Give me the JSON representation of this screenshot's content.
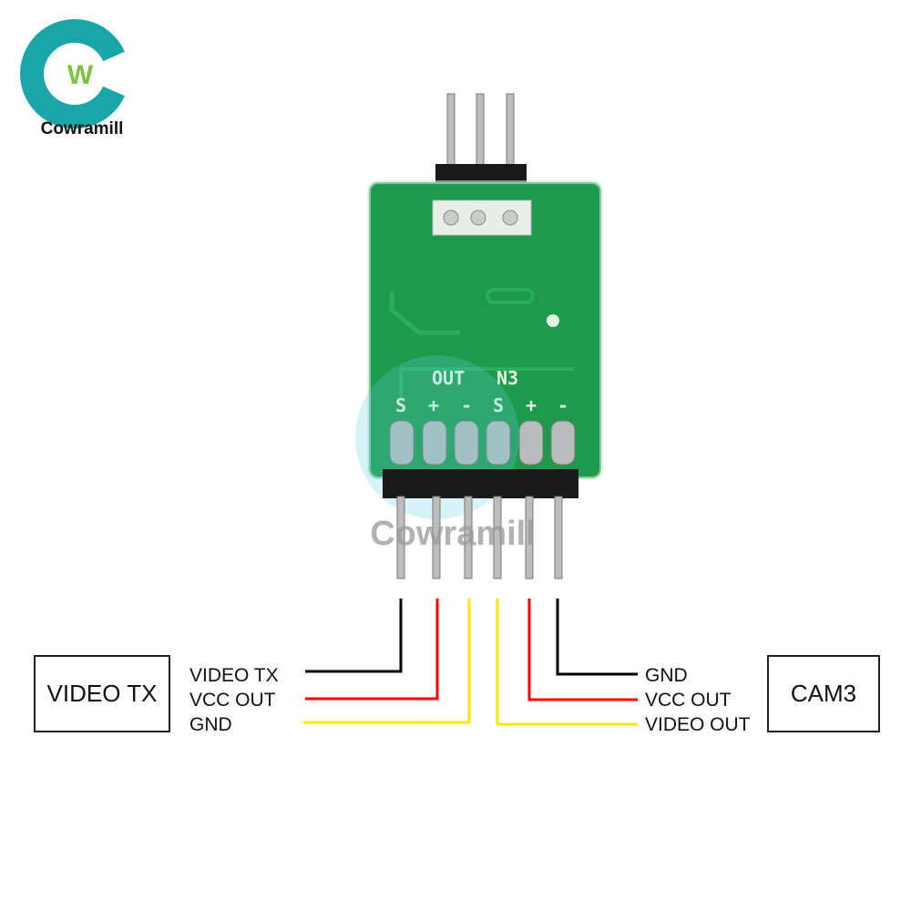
{
  "logo": {
    "brand": "Cowramill",
    "mark": "W"
  },
  "watermark": "Cowramill",
  "board": {
    "silkscreen_top": [
      "OUT",
      "N3"
    ],
    "pin_marks": [
      "S",
      "+",
      "-",
      "S",
      "+",
      "-"
    ]
  },
  "left_device": {
    "label": "VIDEO TX",
    "wires": [
      {
        "label": "VIDEO TX",
        "color": "#000000"
      },
      {
        "label": "VCC OUT",
        "color": "#ff0000"
      },
      {
        "label": "GND",
        "color": "#ffe600"
      }
    ]
  },
  "right_device": {
    "label": "CAM3",
    "wires": [
      {
        "label": "GND",
        "color": "#000000"
      },
      {
        "label": "VCC OUT",
        "color": "#ff0000"
      },
      {
        "label": "VIDEO OUT",
        "color": "#ffe600"
      }
    ]
  },
  "colors": {
    "logo_teal": "#1aa6a8",
    "pcb_green": "#1e9a4c"
  }
}
